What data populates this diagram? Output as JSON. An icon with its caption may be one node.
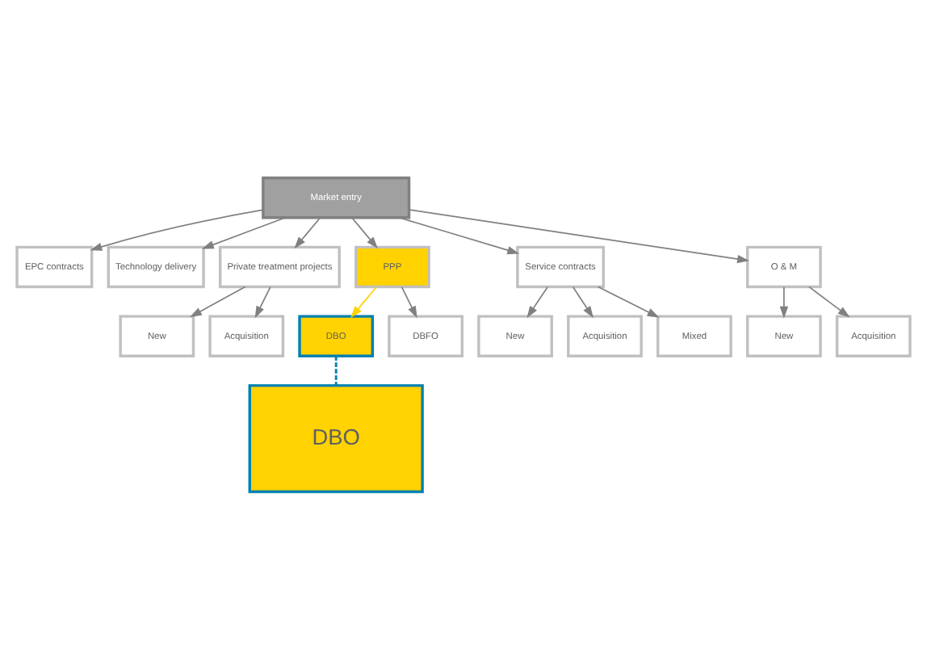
{
  "diagram": {
    "nodes": [
      {
        "text": [
          "Market entry"
        ]
      },
      {
        "text": [
          "EPC contracts"
        ]
      },
      {
        "text": [
          "Technology delivery"
        ]
      },
      {
        "text": [
          "Private treatment projects"
        ]
      },
      {
        "text": [
          "PPP"
        ]
      },
      {
        "text": [
          "Service contracts"
        ]
      },
      {
        "text": [
          "O & M"
        ]
      },
      {
        "text": [
          "New"
        ]
      },
      {
        "text": [
          "Acquisition"
        ]
      },
      {
        "text": [
          "DBO"
        ]
      },
      {
        "text": [
          "DBFO"
        ]
      },
      {
        "text": [
          "New"
        ]
      },
      {
        "text": [
          "Acquisition"
        ]
      },
      {
        "text": [
          "DBO"
        ]
      },
      {
        "text": [
          "New"
        ]
      },
      {
        "text": [
          "Acquisition"
        ]
      },
      {
        "text": [
          "Mixed"
        ]
      }
    ],
    "edges": [
      {
        "from": 0,
        "to": 1,
        "arrow": "to"
      },
      {
        "from": 0,
        "to": 2,
        "arrow": "to"
      },
      {
        "from": 0,
        "to": 3,
        "arrow": "to"
      },
      {
        "from": 0,
        "to": 4,
        "arrow": "to"
      },
      {
        "from": 0,
        "to": 5,
        "arrow": "to"
      },
      {
        "from": 0,
        "to": 6,
        "arrow": "to"
      },
      {
        "from": 3,
        "to": 7,
        "arrow": "to"
      },
      {
        "from": 3,
        "to": 8,
        "arrow": "to"
      },
      {
        "from": 4,
        "to": 9,
        "arrow": "to",
        "color": "#ffd200"
      },
      {
        "from": 4,
        "to": 10,
        "arrow": "to"
      },
      {
        "from": 6,
        "to": 11,
        "arrow": "to"
      },
      {
        "from": 6,
        "to": 12,
        "arrow": "to"
      },
      {
        "from": 9,
        "to": 13,
        "arrow": "none",
        "style": "dashed",
        "color": "#0080b0"
      },
      {
        "from": 5,
        "to": 14,
        "arrow": "to"
      },
      {
        "from": 5,
        "to": 15,
        "arrow": "to"
      },
      {
        "from": 5,
        "to": 16,
        "arrow": "to"
      }
    ]
  }
}
